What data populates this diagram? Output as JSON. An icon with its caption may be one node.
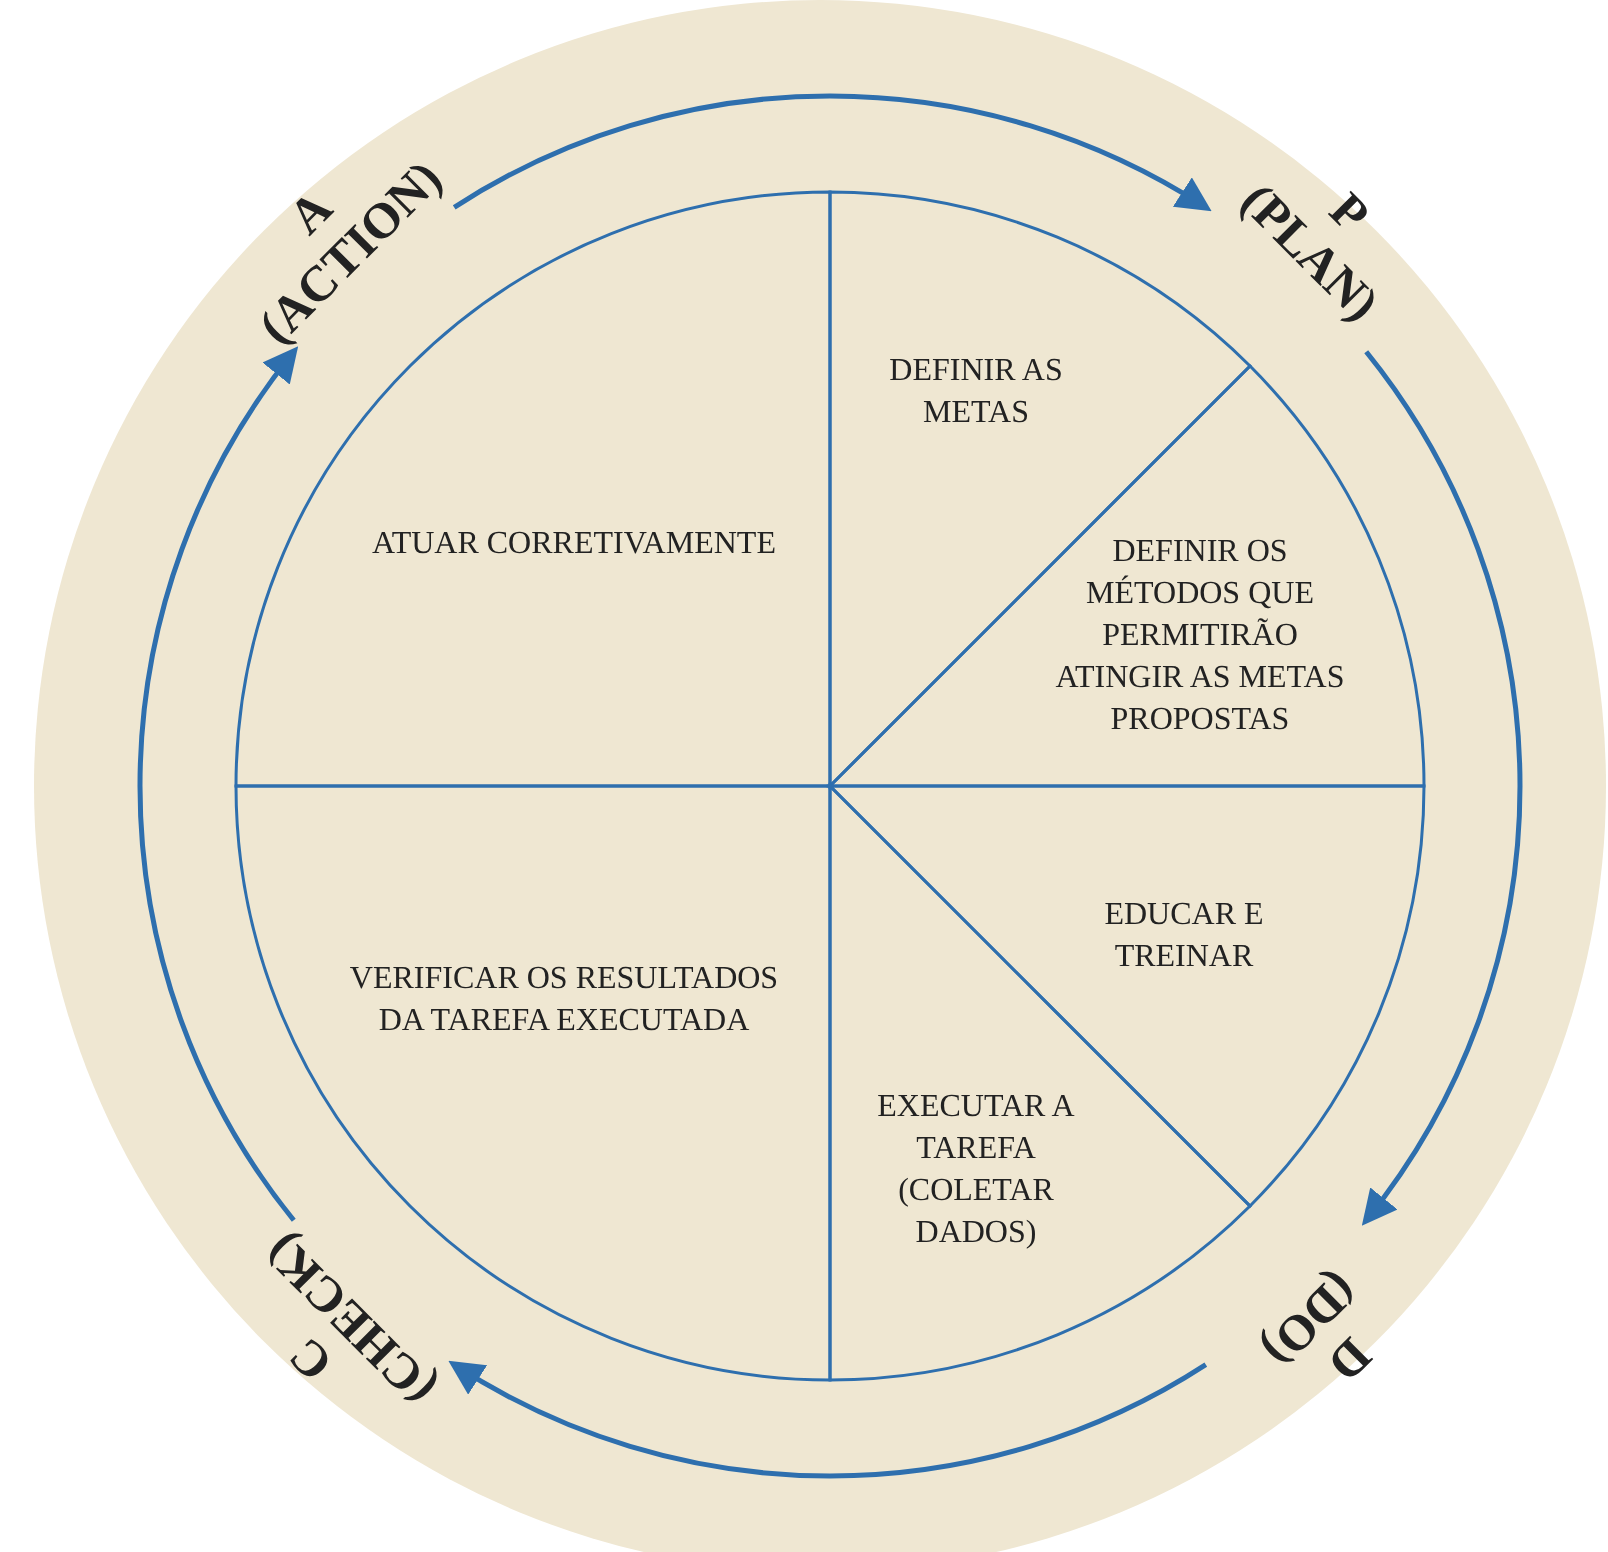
{
  "diagram": {
    "nodes": [
      {
        "text": [
          "A (ACTION)"
        ]
      },
      {
        "text": [
          "P (PLAN)"
        ]
      },
      {
        "text": [
          "D (DO)"
        ]
      },
      {
        "text": [
          "C (CHECK)"
        ]
      },
      {
        "text": [
          "ATUAR CORRETIVAMENTE"
        ]
      },
      {
        "text": [
          "DEFINIR AS METAS"
        ]
      },
      {
        "text": [
          "DEFINIR OS MÉTODOS QUE PERMITIRÃO ATINGIR AS METAS PROPOSTAS"
        ]
      },
      {
        "text": [
          "EDUCAR E TREINAR"
        ]
      },
      {
        "text": [
          "EXECUTAR A TAREFA (COLETAR DADOS)"
        ]
      },
      {
        "text": [
          "VERIFICAR OS RESULTADOS DA TAREFA EXECUTADA"
        ]
      }
    ],
    "edges": [
      {
        "from": 0,
        "to": 1,
        "arrow": "to"
      },
      {
        "from": 1,
        "to": 2,
        "arrow": "to"
      },
      {
        "from": 2,
        "to": 3,
        "arrow": "to"
      },
      {
        "from": 3,
        "to": 0,
        "arrow": "to"
      }
    ]
  }
}
